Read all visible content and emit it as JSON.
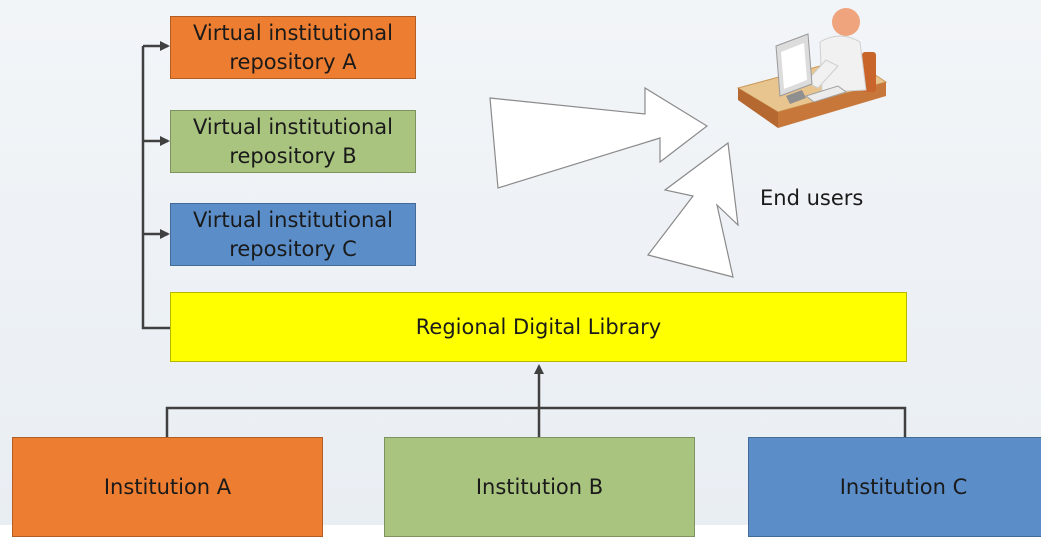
{
  "colors": {
    "orange": "#ed7d31",
    "green": "#a9c47f",
    "blue": "#5b8ec9",
    "yellow": "#ffff00",
    "connector": "#404040"
  },
  "repositories": [
    {
      "label": "Virtual institutional\nrepository A",
      "color": "#ed7d31"
    },
    {
      "label": "Virtual institutional\nrepository B",
      "color": "#a9c47f"
    },
    {
      "label": "Virtual institutional\nrepository C",
      "color": "#5b8ec9"
    }
  ],
  "library": {
    "label": "Regional Digital Library",
    "color": "#ffff00"
  },
  "institutions": [
    {
      "label": "Institution A",
      "color": "#ed7d31"
    },
    {
      "label": "Institution B",
      "color": "#a9c47f"
    },
    {
      "label": "Institution C",
      "color": "#5b8ec9"
    }
  ],
  "end_users": {
    "label": "End users",
    "icon": "user-at-computer-icon"
  }
}
